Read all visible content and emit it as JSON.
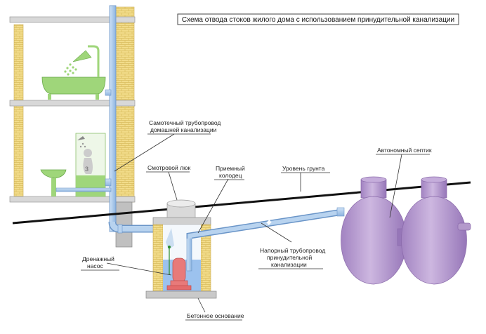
{
  "title": "Схема отвода стоков жилого дома с использованием принудительной канализации",
  "labels": {
    "gravity_pipe": [
      "Самотечный трубопровод",
      "домашней канализации"
    ],
    "inspection_hatch": "Смотровой люк",
    "receiving_well": [
      "Приемный",
      "колодец"
    ],
    "ground_level": "Уровень грунта",
    "septic": "Автономный септик",
    "pressure_pipe": [
      "Напорный трубопровод",
      "принудительной",
      "канализации"
    ],
    "drain_pump": [
      "Дренажный",
      "насос"
    ],
    "concrete_base": "Бетонное основание"
  },
  "colors": {
    "brick": "#f2dc8a",
    "pipe": "#9ec2e6",
    "pipe_stroke": "#6a95c8",
    "fixture": "#9fd67a",
    "septic": "#b89ccf",
    "pump": "#e87a7a",
    "water": "#7fb0ea",
    "floor": "#d8d8d8"
  },
  "icons": [
    "bathtub-icon",
    "shower-head-icon",
    "washbasin-icon",
    "shower-cabin-icon",
    "drain-pump-icon",
    "septic-tank-icon"
  ]
}
